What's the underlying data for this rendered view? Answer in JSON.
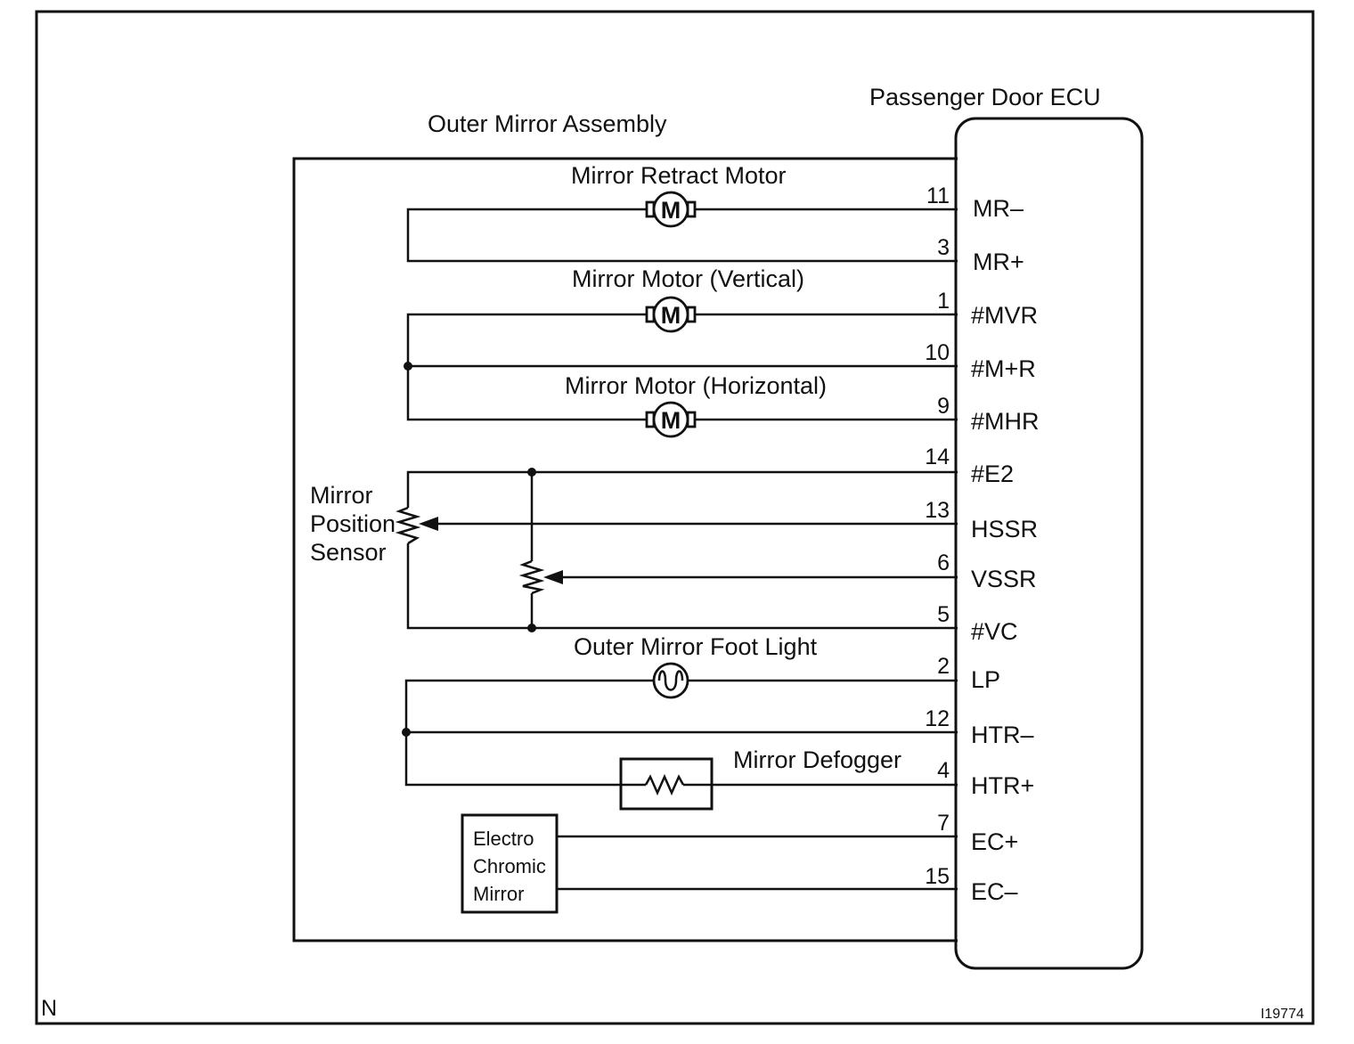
{
  "ecu_label": "Passenger Door ECU",
  "assembly_label": "Outer Mirror Assembly",
  "components": {
    "retract_motor": "Mirror Retract Motor",
    "vertical_motor": "Mirror Motor (Vertical)",
    "horizontal_motor": "Mirror Motor (Horizontal)",
    "sensor": [
      "Mirror",
      "Position",
      "Sensor"
    ],
    "foot_light": "Outer Mirror Foot Light",
    "defogger": "Mirror Defogger",
    "electro_chromic": [
      "Electro",
      "Chromic",
      "Mirror"
    ],
    "motor_symbol": "M"
  },
  "pins": [
    {
      "num": "11",
      "term": "MR–"
    },
    {
      "num": "3",
      "term": "MR+"
    },
    {
      "num": "1",
      "term": "#MVR"
    },
    {
      "num": "10",
      "term": "#M+R"
    },
    {
      "num": "9",
      "term": "#MHR"
    },
    {
      "num": "14",
      "term": "#E2"
    },
    {
      "num": "13",
      "term": "HSSR"
    },
    {
      "num": "6",
      "term": "VSSR"
    },
    {
      "num": "5",
      "term": "#VC"
    },
    {
      "num": "2",
      "term": "LP"
    },
    {
      "num": "12",
      "term": "HTR–"
    },
    {
      "num": "4",
      "term": "HTR+"
    },
    {
      "num": "7",
      "term": "EC+"
    },
    {
      "num": "15",
      "term": "EC–"
    }
  ],
  "corner_left": "N",
  "figure_id": "I19774"
}
